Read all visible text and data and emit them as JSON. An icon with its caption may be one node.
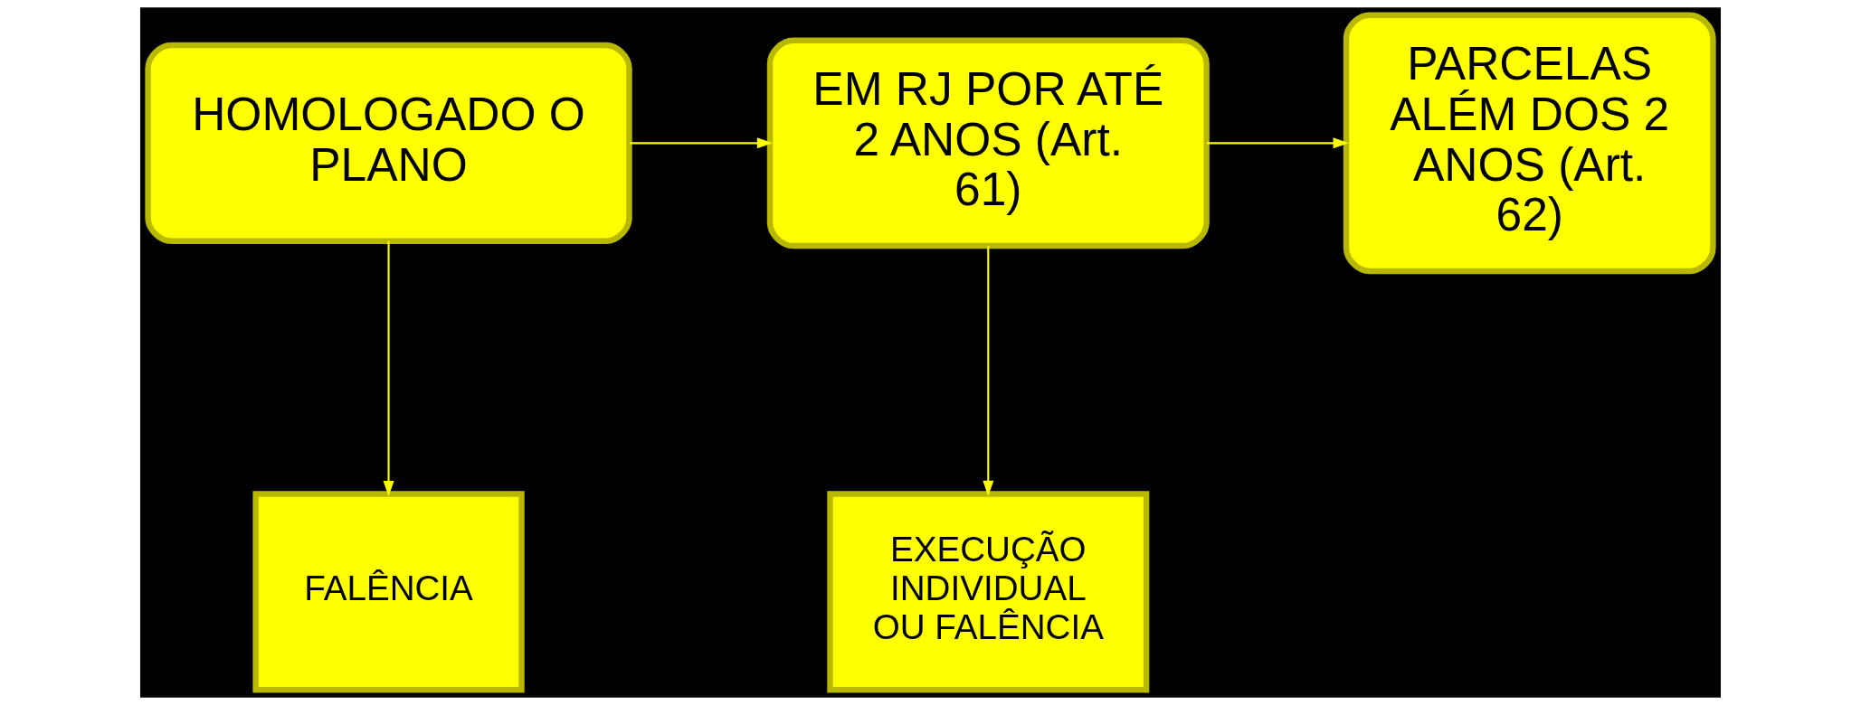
{
  "diagram": {
    "nodes": [
      {
        "text": [
          "HOMOLOGADO O PLANO"
        ]
      },
      {
        "text": [
          "EM RJ POR ATÉ 2 ANOS (Art. 61)"
        ]
      },
      {
        "text": [
          "PARCELAS ALÉM DOS 2 ANOS (Art. 62)"
        ]
      },
      {
        "text": [
          "FALÊNCIA"
        ]
      },
      {
        "text": [
          "EXECUÇÃO INDIVIDUAL OU FALÊNCIA"
        ]
      }
    ],
    "edges": [
      {
        "from": 0,
        "to": 1,
        "arrow": "to"
      },
      {
        "from": 0,
        "to": 3,
        "arrow": "to"
      },
      {
        "from": 1,
        "to": 2,
        "arrow": "to"
      },
      {
        "from": 1,
        "to": 4,
        "arrow": "to"
      }
    ]
  }
}
